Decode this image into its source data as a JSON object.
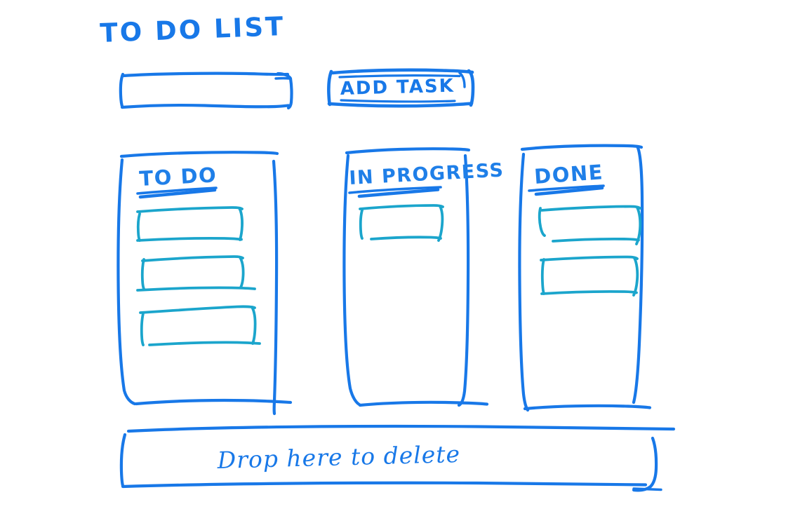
{
  "page": {
    "title": "TO DO LIST",
    "background_color": "#ffffff",
    "ink_color": "#1878e8",
    "card_ink_color": "#1ba5cc"
  },
  "new_task": {
    "input_value": "",
    "input_placeholder": "",
    "add_button_label": "ADD TASK"
  },
  "columns": [
    {
      "title": "TO DO",
      "cards": [
        {
          "label": ""
        },
        {
          "label": ""
        },
        {
          "label": ""
        }
      ]
    },
    {
      "title": "IN PROGRESS",
      "cards": [
        {
          "label": ""
        }
      ]
    },
    {
      "title": "DONE",
      "cards": [
        {
          "label": ""
        },
        {
          "label": ""
        }
      ]
    }
  ],
  "delete_zone": {
    "label": "Drop here to delete"
  }
}
